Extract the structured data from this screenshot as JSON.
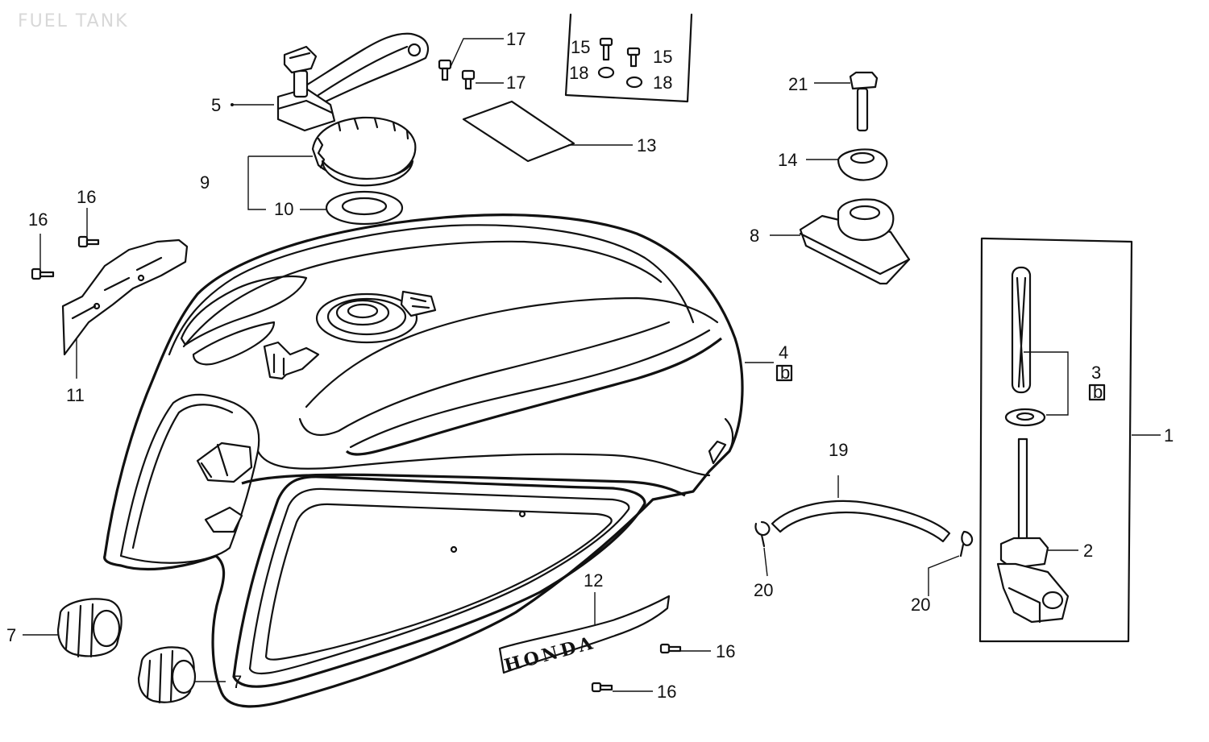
{
  "header": {
    "title": "FUEL TANK"
  },
  "labels": {
    "p1": "1",
    "p2": "2",
    "p3": "3",
    "p4": "4",
    "p5": "5",
    "p7a": "7",
    "p7b": "7",
    "p8": "8",
    "p9": "9",
    "p10": "10",
    "p11": "11",
    "p12": "12",
    "p13": "13",
    "p14": "14",
    "p15a": "15",
    "p15b": "15",
    "p16a": "16",
    "p16b": "16",
    "p16c": "16",
    "p16d": "16",
    "p17a": "17",
    "p17b": "17",
    "p18a": "18",
    "p18b": "18",
    "p19": "19",
    "p20a": "20",
    "p20b": "20",
    "p21": "21"
  },
  "badges": {
    "b3": "b",
    "b4": "b"
  },
  "emblem": {
    "text": "HONDA"
  }
}
